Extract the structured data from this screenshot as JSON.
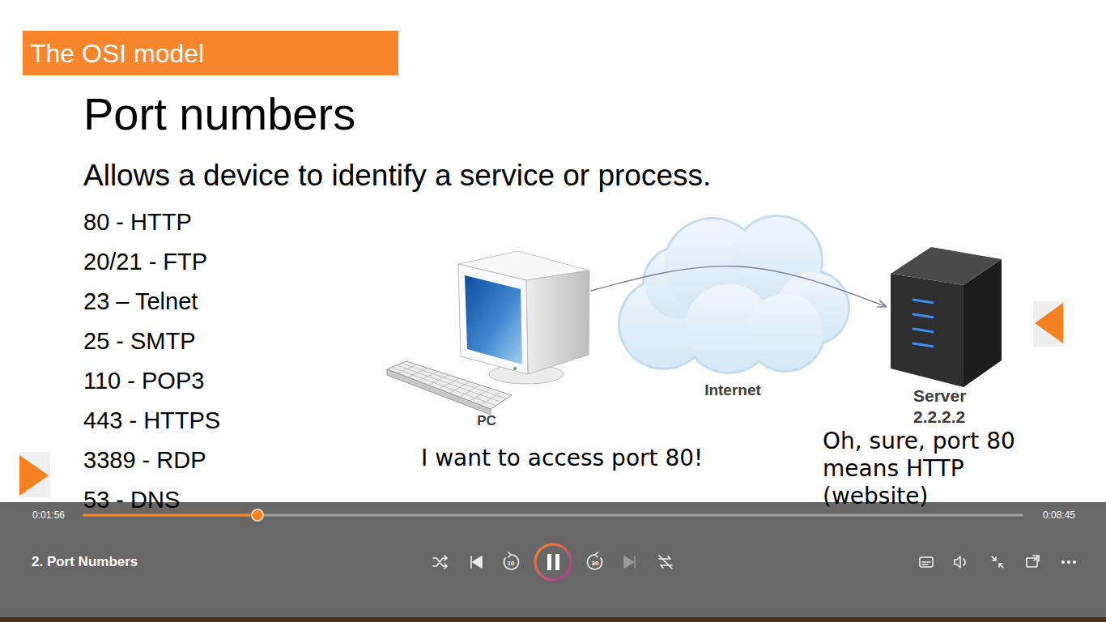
{
  "diagram": {
    "title": "Port numbers",
    "nodes": [
      {
        "text": [
          "The OSI model"
        ]
      },
      {
        "text": [
          "PC"
        ]
      },
      {
        "text": [
          "Internet"
        ]
      },
      {
        "text": [
          "Server 2.2.2.2"
        ]
      }
    ],
    "edges": [
      {
        "from": 1,
        "to": 3,
        "arrow": "to"
      }
    ],
    "labels": [
      "Allows a device to identify a service or process.",
      "80 - HTTP",
      "20/21 - FTP",
      "23 – Telnet",
      "25 - SMTP",
      "110 - POP3",
      "443 - HTTPS",
      "3389 - RDP",
      "53 - DNS",
      "I want to access port 80!",
      "Oh, sure, port 80 means HTTP (website)",
      "0:01:56",
      "0:08:45",
      "2. Port Numbers",
      "10",
      "30"
    ]
  }
}
